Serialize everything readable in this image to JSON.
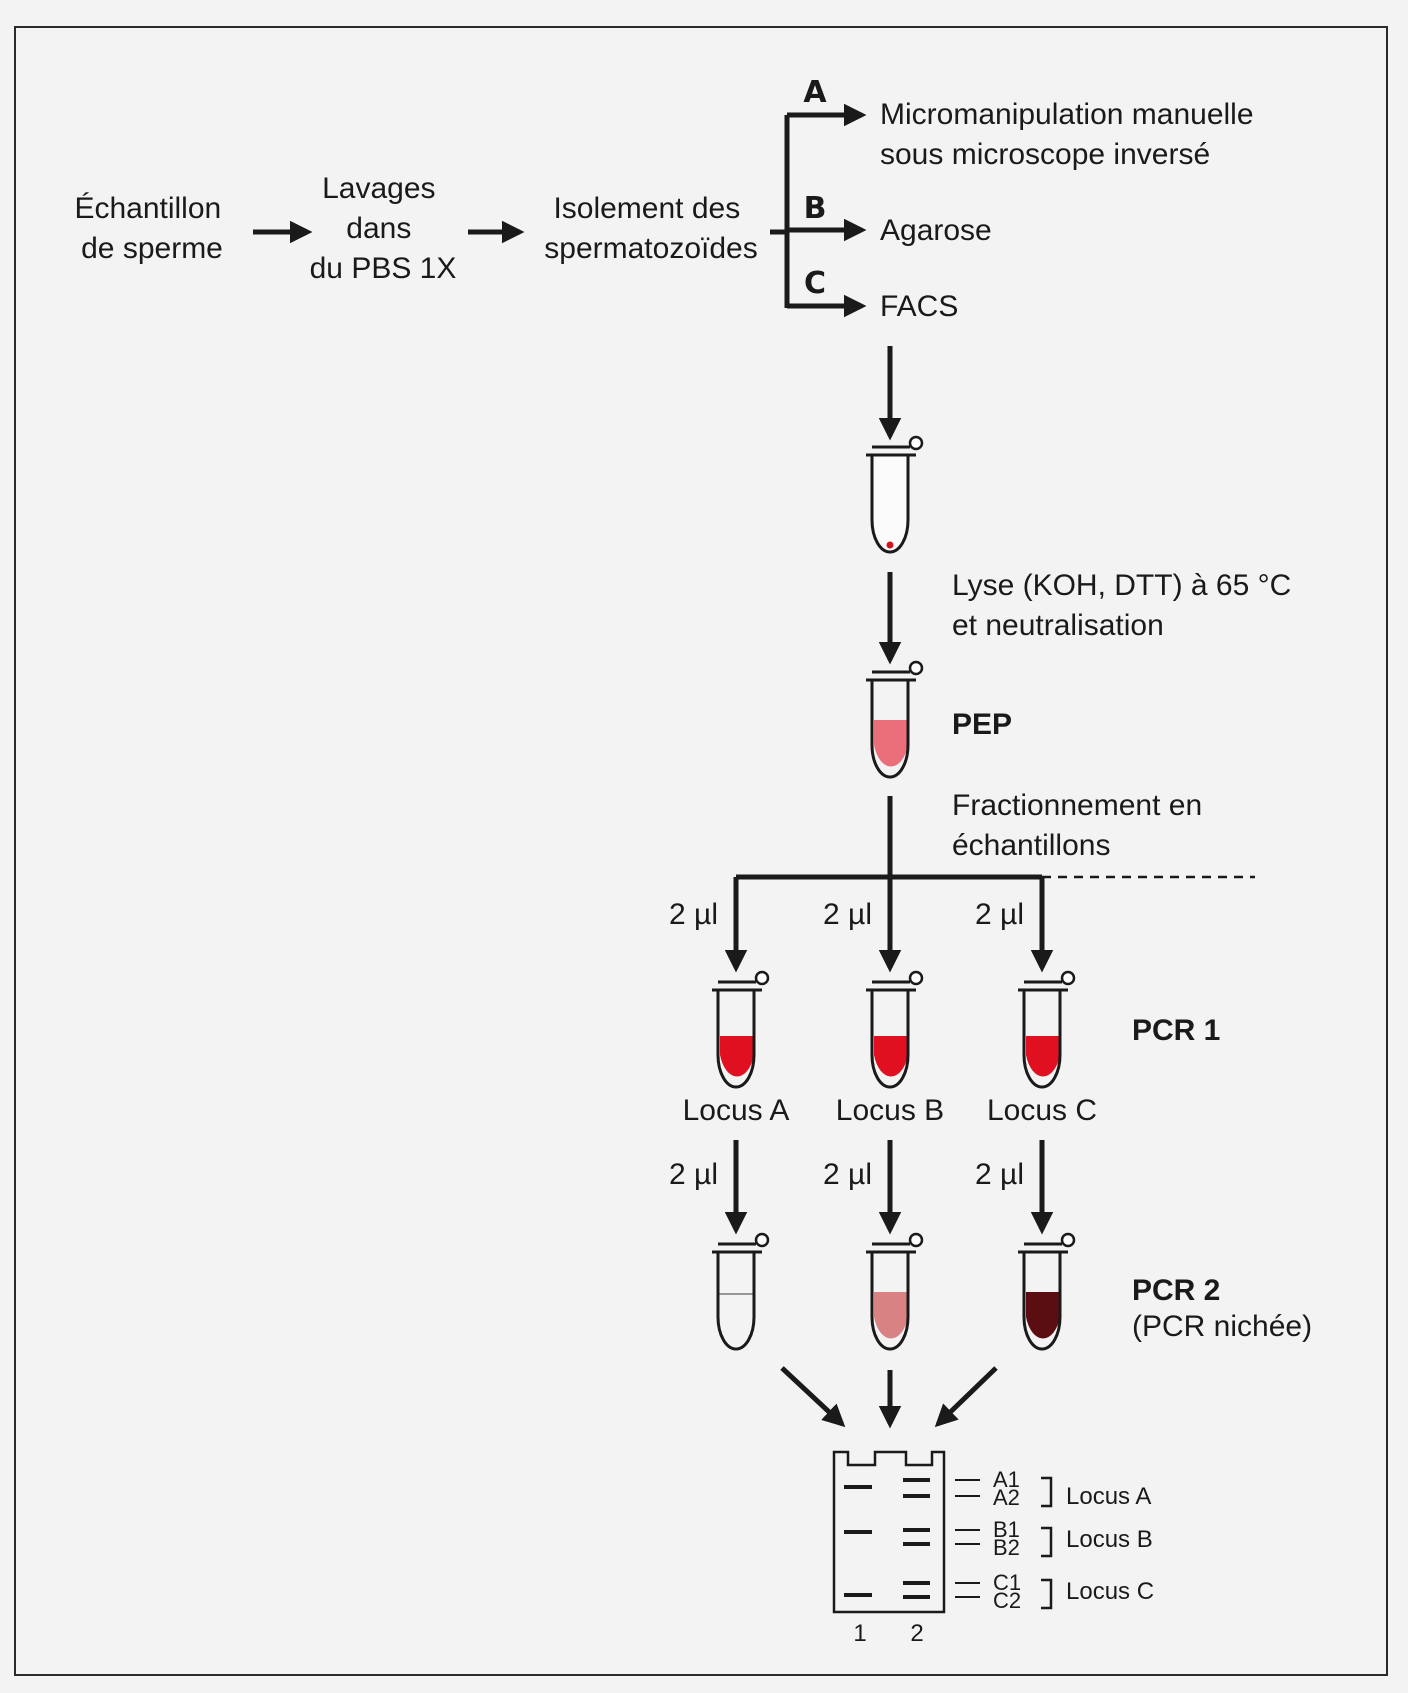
{
  "inputs": {
    "sample": [
      "Échantillon",
      "de sperme"
    ],
    "wash": [
      "Lavages",
      "dans",
      "du PBS 1X"
    ],
    "isolation": [
      "Isolement des",
      "spermatozoïdes"
    ]
  },
  "branches": [
    {
      "letter": "A",
      "text": [
        "Micromanipulation manuelle",
        "sous microscope inversé"
      ]
    },
    {
      "letter": "B",
      "text": [
        "Agarose"
      ]
    },
    {
      "letter": "C",
      "text": [
        "FACS"
      ]
    }
  ],
  "steps": {
    "lysis": [
      "Lyse (KOH, DTT) à 65 °C",
      "et neutralisation"
    ],
    "pep": "PEP",
    "fraction": [
      "Fractionnement en",
      "échantillons"
    ],
    "volume": "2 µl",
    "pcr1": "PCR 1",
    "pcr2": "PCR 2",
    "pcr2_sub": "(PCR nichée)"
  },
  "loci": [
    "Locus A",
    "Locus B",
    "Locus C"
  ],
  "gel": {
    "bands": [
      {
        "name": "A1",
        "y": 1
      },
      {
        "name": "A2",
        "y": 2
      }
    ],
    "band_labels": [
      "A1",
      "A2",
      "B1",
      "B2",
      "C1",
      "C2"
    ],
    "locus_labels": [
      "Locus A",
      "Locus B",
      "Locus C"
    ],
    "lanes": [
      "1",
      "2"
    ]
  },
  "colors": {
    "pep_fill": "#ea6f7a",
    "pcr1_fill": "#e01020",
    "pcr2_b_fill": "#d98283",
    "pcr2_c_fill": "#5a0e12",
    "drop": "#d2141e",
    "line": "#1a1a1a"
  }
}
